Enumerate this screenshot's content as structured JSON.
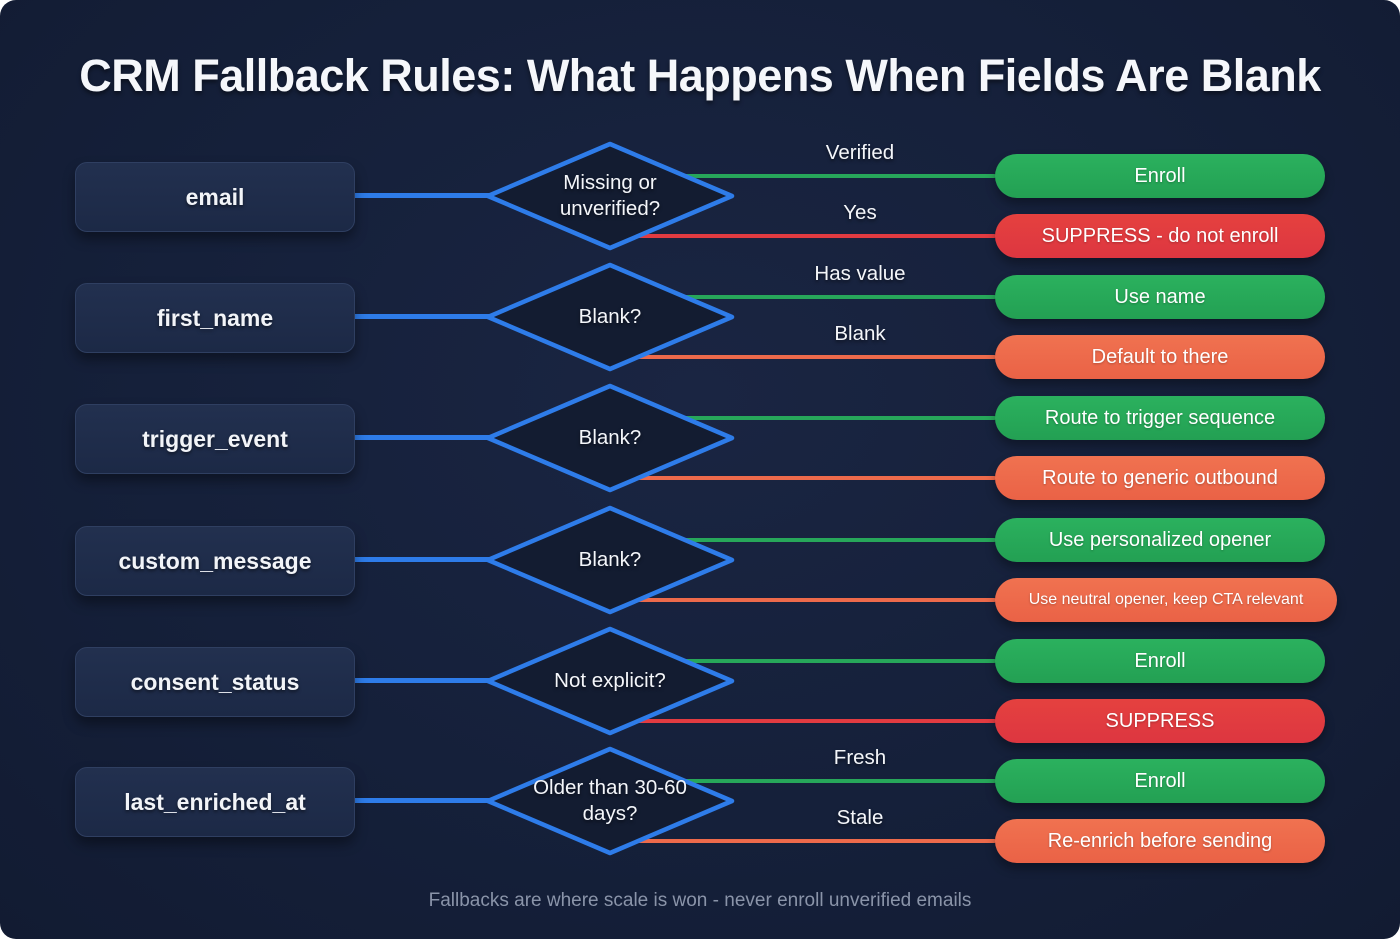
{
  "title": "CRM Fallback Rules: What Happens When Fields Are Blank",
  "footer": "Fallbacks are where scale is won - never enroll unverified emails",
  "colors": {
    "background": "#15203a",
    "box": "#1f2d4c",
    "connector_blue": "#2e7ce9",
    "branch_green": "#27a75a",
    "branch_red": "#e23b41",
    "branch_orange": "#ed6a4b",
    "pill_green": "#25a657",
    "pill_red": "#e13b40",
    "pill_orange": "#ee6a4c",
    "text": "#ffffff",
    "muted": "#8a94a9"
  },
  "rows": [
    {
      "field": "email",
      "condition": "Missing or unverified?",
      "branches": {
        "positive": {
          "label": "Verified",
          "outcome": "Enroll",
          "color": "green"
        },
        "negative": {
          "label": "Yes",
          "outcome": "SUPPRESS - do not enroll",
          "color": "red"
        }
      }
    },
    {
      "field": "first_name",
      "condition": "Blank?",
      "branches": {
        "positive": {
          "label": "Has value",
          "outcome": "Use name",
          "color": "green"
        },
        "negative": {
          "label": "Blank",
          "outcome": "Default to there",
          "color": "orange"
        }
      }
    },
    {
      "field": "trigger_event",
      "condition": "Blank?",
      "branches": {
        "positive": {
          "label": "",
          "outcome": "Route to trigger sequence",
          "color": "green"
        },
        "negative": {
          "label": "",
          "outcome": "Route to generic outbound",
          "color": "orange"
        }
      }
    },
    {
      "field": "custom_message",
      "condition": "Blank?",
      "branches": {
        "positive": {
          "label": "",
          "outcome": "Use personalized opener",
          "color": "green"
        },
        "negative": {
          "label": "",
          "outcome": "Use neutral opener, keep CTA relevant",
          "color": "orange"
        }
      }
    },
    {
      "field": "consent_status",
      "condition": "Not explicit?",
      "branches": {
        "positive": {
          "label": "",
          "outcome": "Enroll",
          "color": "green"
        },
        "negative": {
          "label": "",
          "outcome": "SUPPRESS",
          "color": "red"
        }
      }
    },
    {
      "field": "last_enriched_at",
      "condition": "Older than 30-60 days?",
      "branches": {
        "positive": {
          "label": "Fresh",
          "outcome": "Enroll",
          "color": "green"
        },
        "negative": {
          "label": "Stale",
          "outcome": "Re-enrich before sending",
          "color": "orange"
        }
      }
    }
  ]
}
